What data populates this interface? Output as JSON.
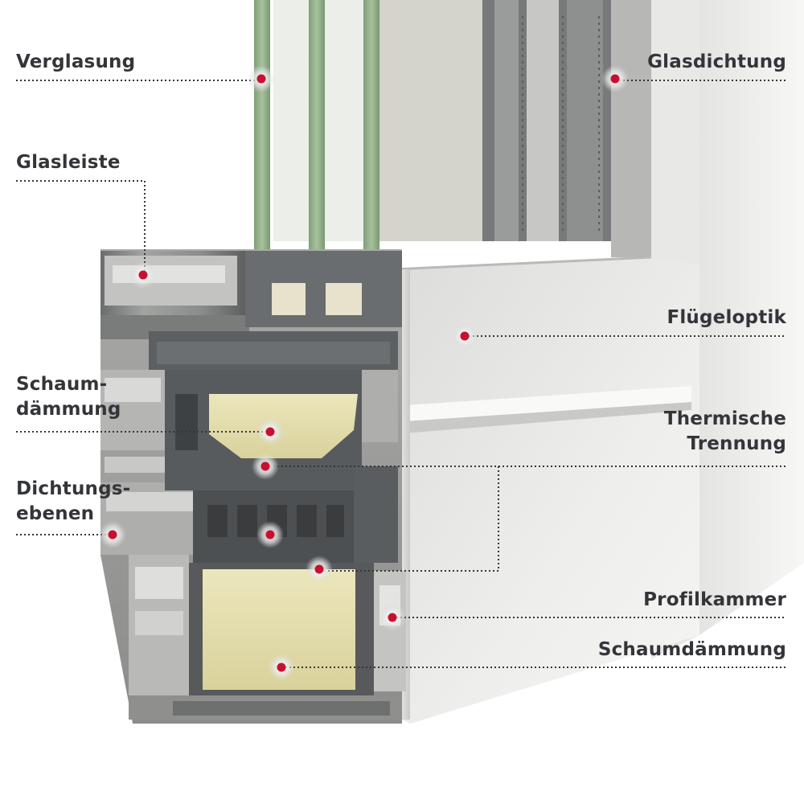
{
  "labels": {
    "verglasung": "Verglasung",
    "glasleiste": "Glasleiste",
    "schaum_1": "Schaum-",
    "schaum_2": "dämmung",
    "dichtung_1": "Dichtungs-",
    "dichtung_2": "ebenen",
    "glasdichtung": "Glasdichtung",
    "fluegeloptik": "Flügeloptik",
    "thermisch_1": "Thermische",
    "thermisch_2": "Trennung",
    "profilkammer": "Profilkammer",
    "schaumdaemmung": "Schaumdämmung"
  },
  "colors": {
    "label_text": "#333539",
    "marker": "#c8102e",
    "leader_line": "#333539",
    "aluminium": "#d7d8d6",
    "glass": "#8fae86",
    "insulation_foam": "#e2dcac",
    "polyamide_core": "#55585a"
  }
}
